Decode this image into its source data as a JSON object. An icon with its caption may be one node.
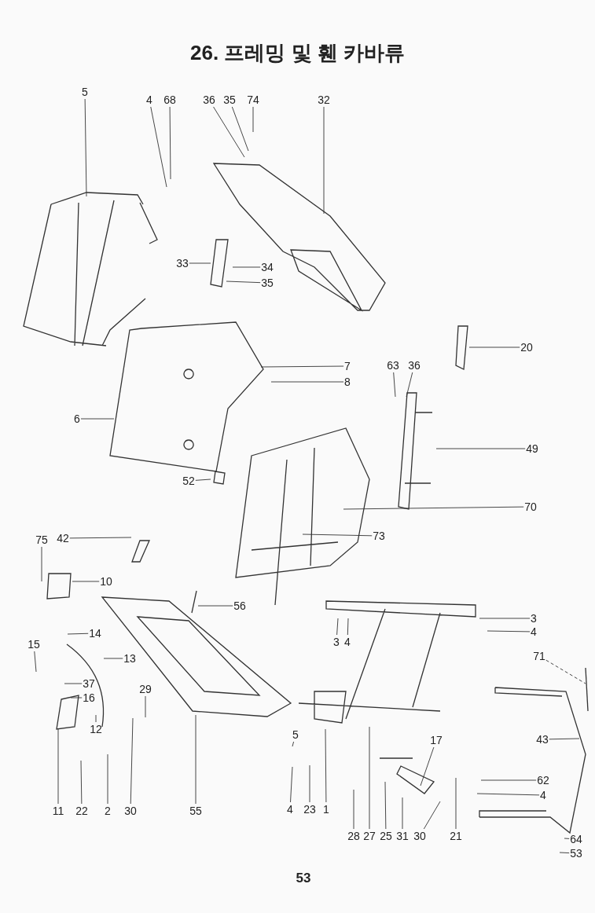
{
  "diagram": {
    "title": "26. 프레밍 및 휀 카바류",
    "nodes": [
      {
        "text": [
          "5"
        ]
      },
      {
        "text": [
          "4"
        ]
      },
      {
        "text": [
          "68"
        ]
      },
      {
        "text": [
          "36"
        ]
      },
      {
        "text": [
          "35"
        ]
      },
      {
        "text": [
          "74"
        ]
      },
      {
        "text": [
          "32"
        ]
      },
      {
        "text": [
          "33"
        ]
      },
      {
        "text": [
          "34"
        ]
      },
      {
        "text": [
          "35"
        ]
      },
      {
        "text": [
          "20"
        ]
      },
      {
        "text": [
          "7"
        ]
      },
      {
        "text": [
          "8"
        ]
      },
      {
        "text": [
          "63"
        ]
      },
      {
        "text": [
          "36"
        ]
      },
      {
        "text": [
          "6"
        ]
      },
      {
        "text": [
          "49"
        ]
      },
      {
        "text": [
          "52"
        ]
      },
      {
        "text": [
          "70"
        ]
      },
      {
        "text": [
          "75"
        ]
      },
      {
        "text": [
          "42"
        ]
      },
      {
        "text": [
          "73"
        ]
      },
      {
        "text": [
          "10"
        ]
      },
      {
        "text": [
          "56"
        ]
      },
      {
        "text": [
          "3"
        ]
      },
      {
        "text": [
          "4"
        ]
      },
      {
        "text": [
          "3"
        ]
      },
      {
        "text": [
          "4"
        ]
      },
      {
        "text": [
          "15"
        ]
      },
      {
        "text": [
          "14"
        ]
      },
      {
        "text": [
          "13"
        ]
      },
      {
        "text": [
          "37"
        ]
      },
      {
        "text": [
          "16"
        ]
      },
      {
        "text": [
          "12"
        ]
      },
      {
        "text": [
          "29"
        ]
      },
      {
        "text": [
          "71"
        ]
      },
      {
        "text": [
          "43"
        ]
      },
      {
        "text": [
          "17"
        ]
      },
      {
        "text": [
          "5"
        ]
      },
      {
        "text": [
          "62"
        ]
      },
      {
        "text": [
          "4"
        ]
      },
      {
        "text": [
          "64"
        ]
      },
      {
        "text": [
          "53"
        ]
      },
      {
        "text": [
          "11"
        ]
      },
      {
        "text": [
          "22"
        ]
      },
      {
        "text": [
          "2"
        ]
      },
      {
        "text": [
          "30"
        ]
      },
      {
        "text": [
          "55"
        ]
      },
      {
        "text": [
          "4"
        ]
      },
      {
        "text": [
          "23"
        ]
      },
      {
        "text": [
          "1"
        ]
      },
      {
        "text": [
          "28"
        ]
      },
      {
        "text": [
          "27"
        ]
      },
      {
        "text": [
          "25"
        ]
      },
      {
        "text": [
          "31"
        ]
      },
      {
        "text": [
          "30"
        ]
      },
      {
        "text": [
          "21"
        ]
      }
    ],
    "edges": [
      {
        "from": 0,
        "to": null,
        "arrow": "none"
      },
      {
        "from": 1,
        "to": null,
        "arrow": "none"
      },
      {
        "from": 2,
        "to": null,
        "arrow": "none"
      },
      {
        "from": 3,
        "to": null,
        "arrow": "none"
      },
      {
        "from": 4,
        "to": null,
        "arrow": "none"
      },
      {
        "from": 5,
        "to": null,
        "arrow": "none"
      },
      {
        "from": 6,
        "to": null,
        "arrow": "none"
      },
      {
        "from": 7,
        "to": null,
        "arrow": "none"
      },
      {
        "from": 8,
        "to": null,
        "arrow": "none"
      },
      {
        "from": 9,
        "to": null,
        "arrow": "none"
      },
      {
        "from": 10,
        "to": null,
        "arrow": "none"
      },
      {
        "from": 11,
        "to": null,
        "arrow": "none"
      },
      {
        "from": 12,
        "to": null,
        "arrow": "none"
      },
      {
        "from": 13,
        "to": null,
        "arrow": "none"
      },
      {
        "from": 14,
        "to": null,
        "arrow": "none"
      },
      {
        "from": 15,
        "to": null,
        "arrow": "none"
      },
      {
        "from": 16,
        "to": null,
        "arrow": "none"
      },
      {
        "from": 17,
        "to": null,
        "arrow": "none"
      },
      {
        "from": 18,
        "to": null,
        "arrow": "none"
      },
      {
        "from": 19,
        "to": null,
        "arrow": "none"
      },
      {
        "from": 20,
        "to": null,
        "arrow": "none"
      },
      {
        "from": 21,
        "to": null,
        "arrow": "none"
      },
      {
        "from": 22,
        "to": null,
        "arrow": "none"
      },
      {
        "from": 23,
        "to": null,
        "arrow": "none"
      },
      {
        "from": 24,
        "to": null,
        "arrow": "none"
      },
      {
        "from": 25,
        "to": null,
        "arrow": "none"
      },
      {
        "from": 26,
        "to": null,
        "arrow": "none"
      },
      {
        "from": 27,
        "to": null,
        "arrow": "none"
      },
      {
        "from": 28,
        "to": null,
        "arrow": "none"
      },
      {
        "from": 29,
        "to": null,
        "arrow": "none"
      },
      {
        "from": 30,
        "to": null,
        "arrow": "none"
      },
      {
        "from": 31,
        "to": null,
        "arrow": "none"
      },
      {
        "from": 32,
        "to": null,
        "arrow": "none"
      },
      {
        "from": 33,
        "to": null,
        "arrow": "none"
      },
      {
        "from": 34,
        "to": null,
        "arrow": "none"
      },
      {
        "from": 35,
        "to": null,
        "arrow": "none",
        "style": "dashed"
      },
      {
        "from": 36,
        "to": null,
        "arrow": "none"
      },
      {
        "from": 37,
        "to": null,
        "arrow": "none"
      },
      {
        "from": 38,
        "to": null,
        "arrow": "none"
      },
      {
        "from": 39,
        "to": null,
        "arrow": "none"
      },
      {
        "from": 40,
        "to": null,
        "arrow": "none"
      },
      {
        "from": 41,
        "to": null,
        "arrow": "none"
      },
      {
        "from": 42,
        "to": null,
        "arrow": "none"
      },
      {
        "from": 43,
        "to": null,
        "arrow": "none"
      },
      {
        "from": 44,
        "to": null,
        "arrow": "none"
      },
      {
        "from": 45,
        "to": null,
        "arrow": "none"
      },
      {
        "from": 46,
        "to": null,
        "arrow": "none"
      },
      {
        "from": 47,
        "to": null,
        "arrow": "none"
      },
      {
        "from": 48,
        "to": null,
        "arrow": "none"
      },
      {
        "from": 49,
        "to": null,
        "arrow": "none"
      },
      {
        "from": 50,
        "to": null,
        "arrow": "none"
      },
      {
        "from": 51,
        "to": null,
        "arrow": "none"
      },
      {
        "from": 52,
        "to": null,
        "arrow": "none"
      },
      {
        "from": 53,
        "to": null,
        "arrow": "none"
      },
      {
        "from": 54,
        "to": null,
        "arrow": "none"
      },
      {
        "from": 55,
        "to": null,
        "arrow": "none"
      },
      {
        "from": 56,
        "to": null,
        "arrow": "none"
      }
    ],
    "labels": [
      "53"
    ]
  }
}
